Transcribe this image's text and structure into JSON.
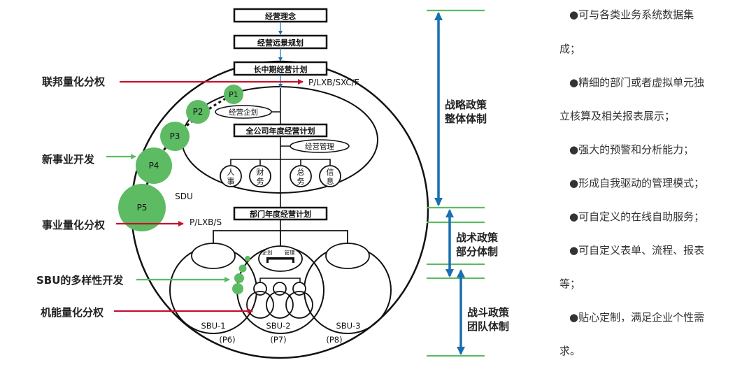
{
  "flow": {
    "philosophy": "经营理念",
    "vision": "经营远景规划",
    "long_plan": "长中期经营计划",
    "annual_plan": "全公司年度经营计划",
    "dept_plan": "部门年度经营计划",
    "planning": "经营企划",
    "management": "经营管理",
    "functions": [
      {
        "line1": "人",
        "line2": "事"
      },
      {
        "line1": "财",
        "line2": "务"
      },
      {
        "line1": "总",
        "line2": "务"
      },
      {
        "line1": "信",
        "line2": "息"
      }
    ],
    "plan_label": "企划",
    "manage_label": "管理"
  },
  "left_labels": {
    "federal": "联邦量化分权",
    "new_business": "新事业开发",
    "business_unit": "事业量化分权",
    "sbu_diversity": "SBU的多样性开发",
    "functional": "机能量化分权"
  },
  "arrow_labels": {
    "plxb_sxc": "P/LXB/SXC/F",
    "plxb_s": "P/LXB/S"
  },
  "sdu": "SDU",
  "phases": [
    "P1",
    "P2",
    "P3",
    "P4",
    "P5"
  ],
  "sbus": [
    {
      "name": "SBU-1",
      "phase": "(P6)"
    },
    {
      "name": "SBU-2",
      "phase": "(P7)"
    },
    {
      "name": "SBU-3",
      "phase": "(P8)"
    }
  ],
  "policies": {
    "strategic": {
      "line1": "战略政策",
      "line2": "整体体制"
    },
    "tactical": {
      "line1": "战术政策",
      "line2": "部分体制"
    },
    "combat": {
      "line1": "战斗政策",
      "line2": "团队体制"
    }
  },
  "features": [
    "●可与各类业务系统数据集",
    "成；",
    "●精细的部门或者虚拟单元独",
    "立核算及相关报表展示；",
    "●强大的预警和分析能力；",
    "●形成自我驱动的管理模式；",
    "●可自定义的在线自助服务；",
    "●可自定义表单、流程、报表",
    "等；",
    "●贴心定制，满足企业个性需",
    "求。"
  ],
  "colors": {
    "green": "#5dbb63",
    "red": "#c8102e",
    "blue": "#1a6fb0",
    "black": "#111111"
  }
}
